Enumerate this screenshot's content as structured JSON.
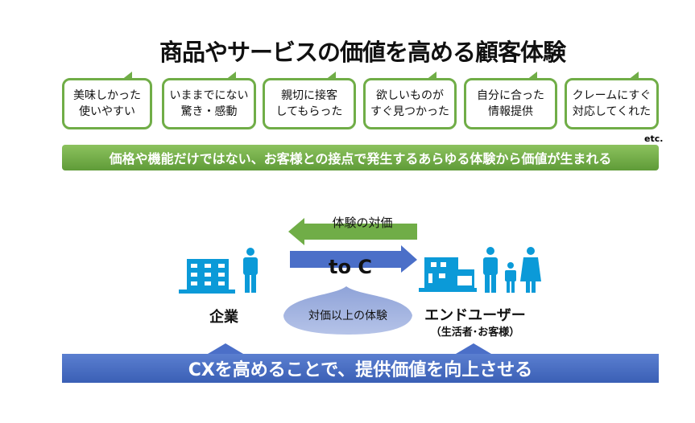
{
  "title": "商品やサービスの価値を高める顧客体験",
  "bubbles": [
    {
      "l1": "美味しかった",
      "l2": "使いやすい"
    },
    {
      "l1": "いままでにない",
      "l2": "驚き・感動"
    },
    {
      "l1": "親切に接客",
      "l2": "してもらった"
    },
    {
      "l1": "欲しいものが",
      "l2": "すぐ見つかった"
    },
    {
      "l1": "自分に合った",
      "l2": "情報提供"
    },
    {
      "l1": "クレームにすぐ",
      "l2": "対応してくれた"
    }
  ],
  "etc": "etc.",
  "green_banner": "価格や機能だけではない、お客様との接点で発生するあらゆる体験から価値が生まれる",
  "arrow_back_label": "体験の対価",
  "arrow_forward_label": "to C",
  "company_label": "企業",
  "enduser_label": "エンドユーザー",
  "enduser_sub": "（生活者･お客様）",
  "cloud_label": "対価以上の体験",
  "blue_banner": "CXを高めることで、提供価値を向上させる",
  "colors": {
    "green": "#70ad47",
    "blue": "#4472c4",
    "icon": "#0b9ad8"
  }
}
